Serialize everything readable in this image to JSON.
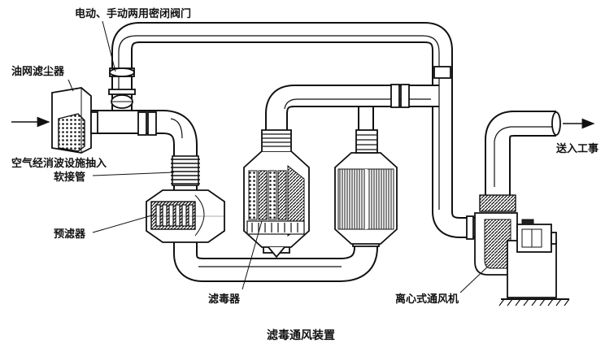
{
  "diagram": {
    "caption": "滤毒通风装置",
    "labels": {
      "valve": "电动、手动两用密闭阀门",
      "oil_filter": "油网滤尘器",
      "intake": "空气经消波设施抽入",
      "flex_tube": "软接管",
      "prefilter": "预滤器",
      "toxin_filter": "滤毒器",
      "fan": "离心式通风机",
      "outlet": "送入工事"
    }
  }
}
